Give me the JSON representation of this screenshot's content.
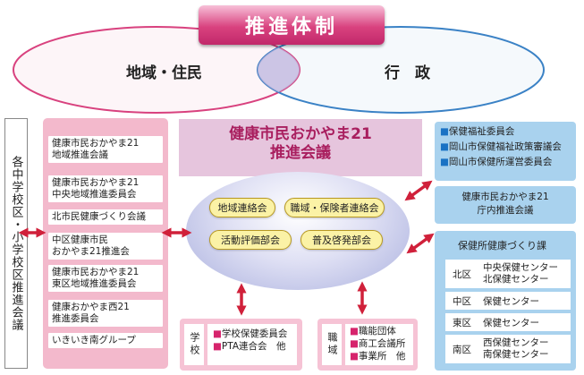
{
  "title": "推進体制",
  "venn": {
    "left": "地域・住民",
    "right": "行　政"
  },
  "side_label": "各中学校区・小学校区推進会議",
  "left_items": [
    "健康市民おかやま21\n地域推進会議",
    "健康市民おかやま21\n中央地域推進委員会",
    "北市民健康づくり会議",
    "中区健康市民\nおかやま21推進会",
    "健康市民おかやま21\n東区地域推進委員会",
    "健康おかやま西21\n推進委員会",
    "いきいき南グループ"
  ],
  "council": {
    "line1": "健康市民おかやま21",
    "line2": "推進会議"
  },
  "subgroups": [
    "地域連絡会",
    "職域・保険者連絡会",
    "活動評価部会",
    "普及啓発部会"
  ],
  "right_top": [
    "保健福祉委員会",
    "岡山市保健福祉政策審議会",
    "岡山市保健所運営委員会"
  ],
  "right_mid": {
    "line1": "健康市民おかやま21",
    "line2": "庁内推進会議"
  },
  "right_bottom": {
    "title": "保健所健康づくり課",
    "rows": [
      {
        "district": "北区",
        "center": "中央保健センター\n北保健センター"
      },
      {
        "district": "中区",
        "center": "保健センター"
      },
      {
        "district": "東区",
        "center": "保健センター"
      },
      {
        "district": "南区",
        "center": "西保健センター\n南保健センター"
      }
    ]
  },
  "school": {
    "label": "学校",
    "line1": "学校保健委員会",
    "line2": "PTA連合会　他"
  },
  "workplace": {
    "label": "職域",
    "line1": "職能団体",
    "line2": "商工会議所",
    "line3": "事業所　他"
  },
  "colors": {
    "accent_pink": "#d9427f",
    "left_ellipse": "#d9427f",
    "right_ellipse": "#3b82c6",
    "council_text": "#a91f5f",
    "arrow": "#d0203a"
  }
}
